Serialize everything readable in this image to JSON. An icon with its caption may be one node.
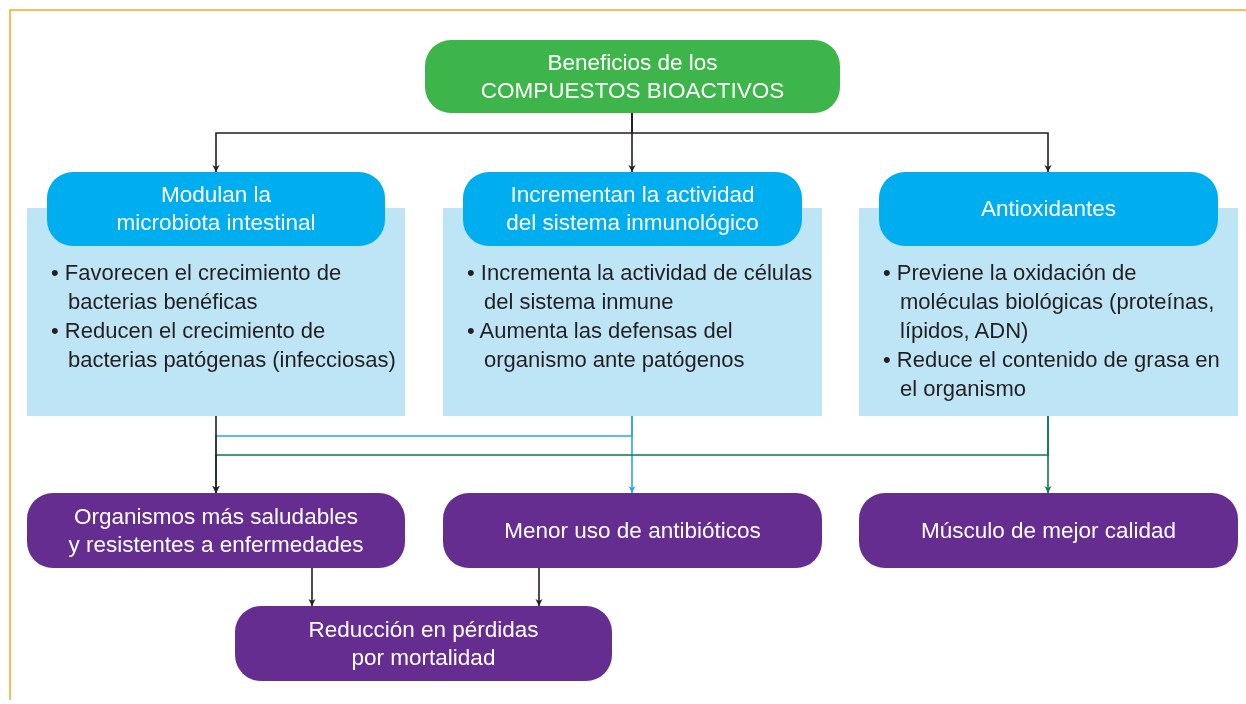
{
  "diagram": {
    "nodes": [
      {
        "text": [
          "Beneficios de los COMPUESTOS BIOACTIVOS"
        ]
      },
      {
        "text": [
          "Modulan la microbiota intestinal"
        ]
      },
      {
        "text": [
          "• Favorecen el crecimiento de bacterias benéficas",
          "• Reducen el crecimiento de bacterias patógenas (infecciosas)"
        ]
      },
      {
        "text": [
          "Incrementan la actividad del sistema inmunológico"
        ]
      },
      {
        "text": [
          "• Incrementa la actividad de células del sistema inmune",
          "• Aumenta las defensas del organismo ante patógenos"
        ]
      },
      {
        "text": [
          "Antioxidantes"
        ]
      },
      {
        "text": [
          "• Previene la oxidación de moléculas biológicas (proteínas, lípidos, ADN)",
          "• Reduce el contenido de grasa en el organismo"
        ]
      },
      {
        "text": [
          "Organismos más saludables y resistentes a enfermedades"
        ]
      },
      {
        "text": [
          "Menor uso de antibióticos"
        ]
      },
      {
        "text": [
          "Músculo de mejor calidad"
        ]
      },
      {
        "text": [
          "Reducción en pérdidas por mortalidad"
        ]
      }
    ],
    "edges": [
      {
        "from": 0,
        "to": 1,
        "arrow": "to"
      },
      {
        "from": 0,
        "to": 3,
        "arrow": "to"
      },
      {
        "from": 0,
        "to": 5,
        "arrow": "to"
      },
      {
        "from": 2,
        "to": 7,
        "arrow": "to"
      },
      {
        "from": 4,
        "to": 7,
        "arrow": "to",
        "color": "#29a9e0"
      },
      {
        "from": 4,
        "to": 8,
        "arrow": "to",
        "color": "#29a9e0"
      },
      {
        "from": 6,
        "to": 7,
        "arrow": "to",
        "color": "#0e7a4a"
      },
      {
        "from": 6,
        "to": 9,
        "arrow": "to",
        "color": "#0e7a4a"
      },
      {
        "from": 7,
        "to": 10,
        "arrow": "to"
      },
      {
        "from": 8,
        "to": 10,
        "arrow": "to"
      }
    ]
  }
}
